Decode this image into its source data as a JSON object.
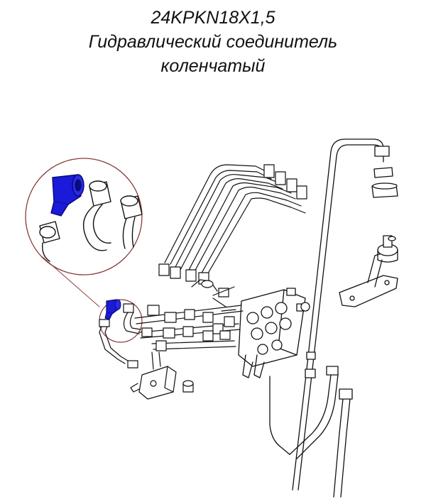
{
  "title": {
    "part_number": "24KPKN18X1,5",
    "line1": "Гидравлический соединитель",
    "line2": "коленчатый"
  },
  "colors": {
    "highlight": "#1a1ad8",
    "line": "#111111",
    "callout_circle": "#8a3a3a"
  },
  "diagram": {
    "highlighted_part": "elbow-connector",
    "callout": "magnified-detail-circle"
  }
}
